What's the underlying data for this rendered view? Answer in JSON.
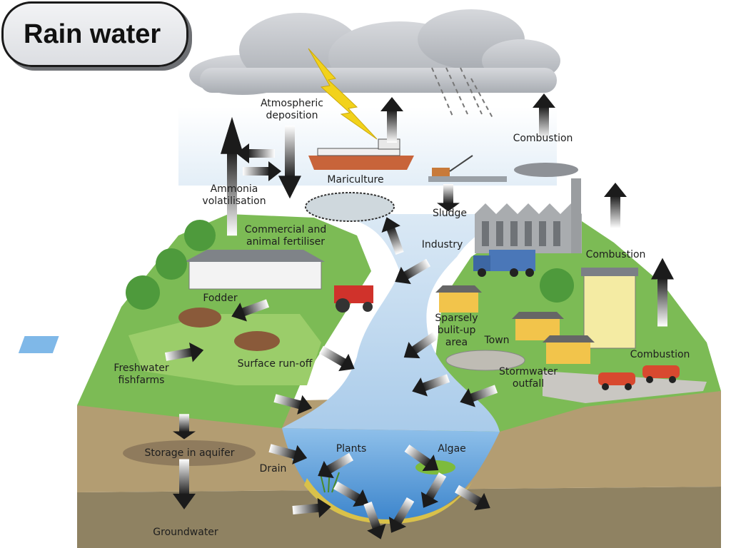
{
  "title": "Rain water",
  "labels": {
    "atmospheric_deposition": "Atmospheric\ndeposition",
    "mariculture": "Mariculture",
    "ammonia_volatilisation": "Ammonia\nvolatilisation",
    "sludge": "Sludge",
    "combustion_top": "Combustion",
    "commercial_fertiliser": "Commercial and\nanimal fertiliser",
    "industry": "Industry",
    "combustion_middle": "Combustion",
    "fodder": "Fodder",
    "sparsely_built_up_area": "Sparsely\nbulit-up\narea",
    "town": "Town",
    "combustion_right": "Combustion",
    "freshwater_fishfarms": "Freshwater\nfishfarms",
    "surface_runoff": "Surface run-off",
    "stormwater_outfall": "Stormwater\noutfall",
    "storage_in_aquifer": "Storage in aquifer",
    "plants": "Plants",
    "algae": "Algae",
    "drain": "Drain",
    "groundwater": "Groundwater"
  },
  "colors": {
    "cloud": "#b9bcc1",
    "land": "#74b84f",
    "water": "#c9def1",
    "soil": "#b09a6e",
    "deep_soil": "#8f8262",
    "lake": "#5f9fd8",
    "lightning": "#f2d21b"
  }
}
